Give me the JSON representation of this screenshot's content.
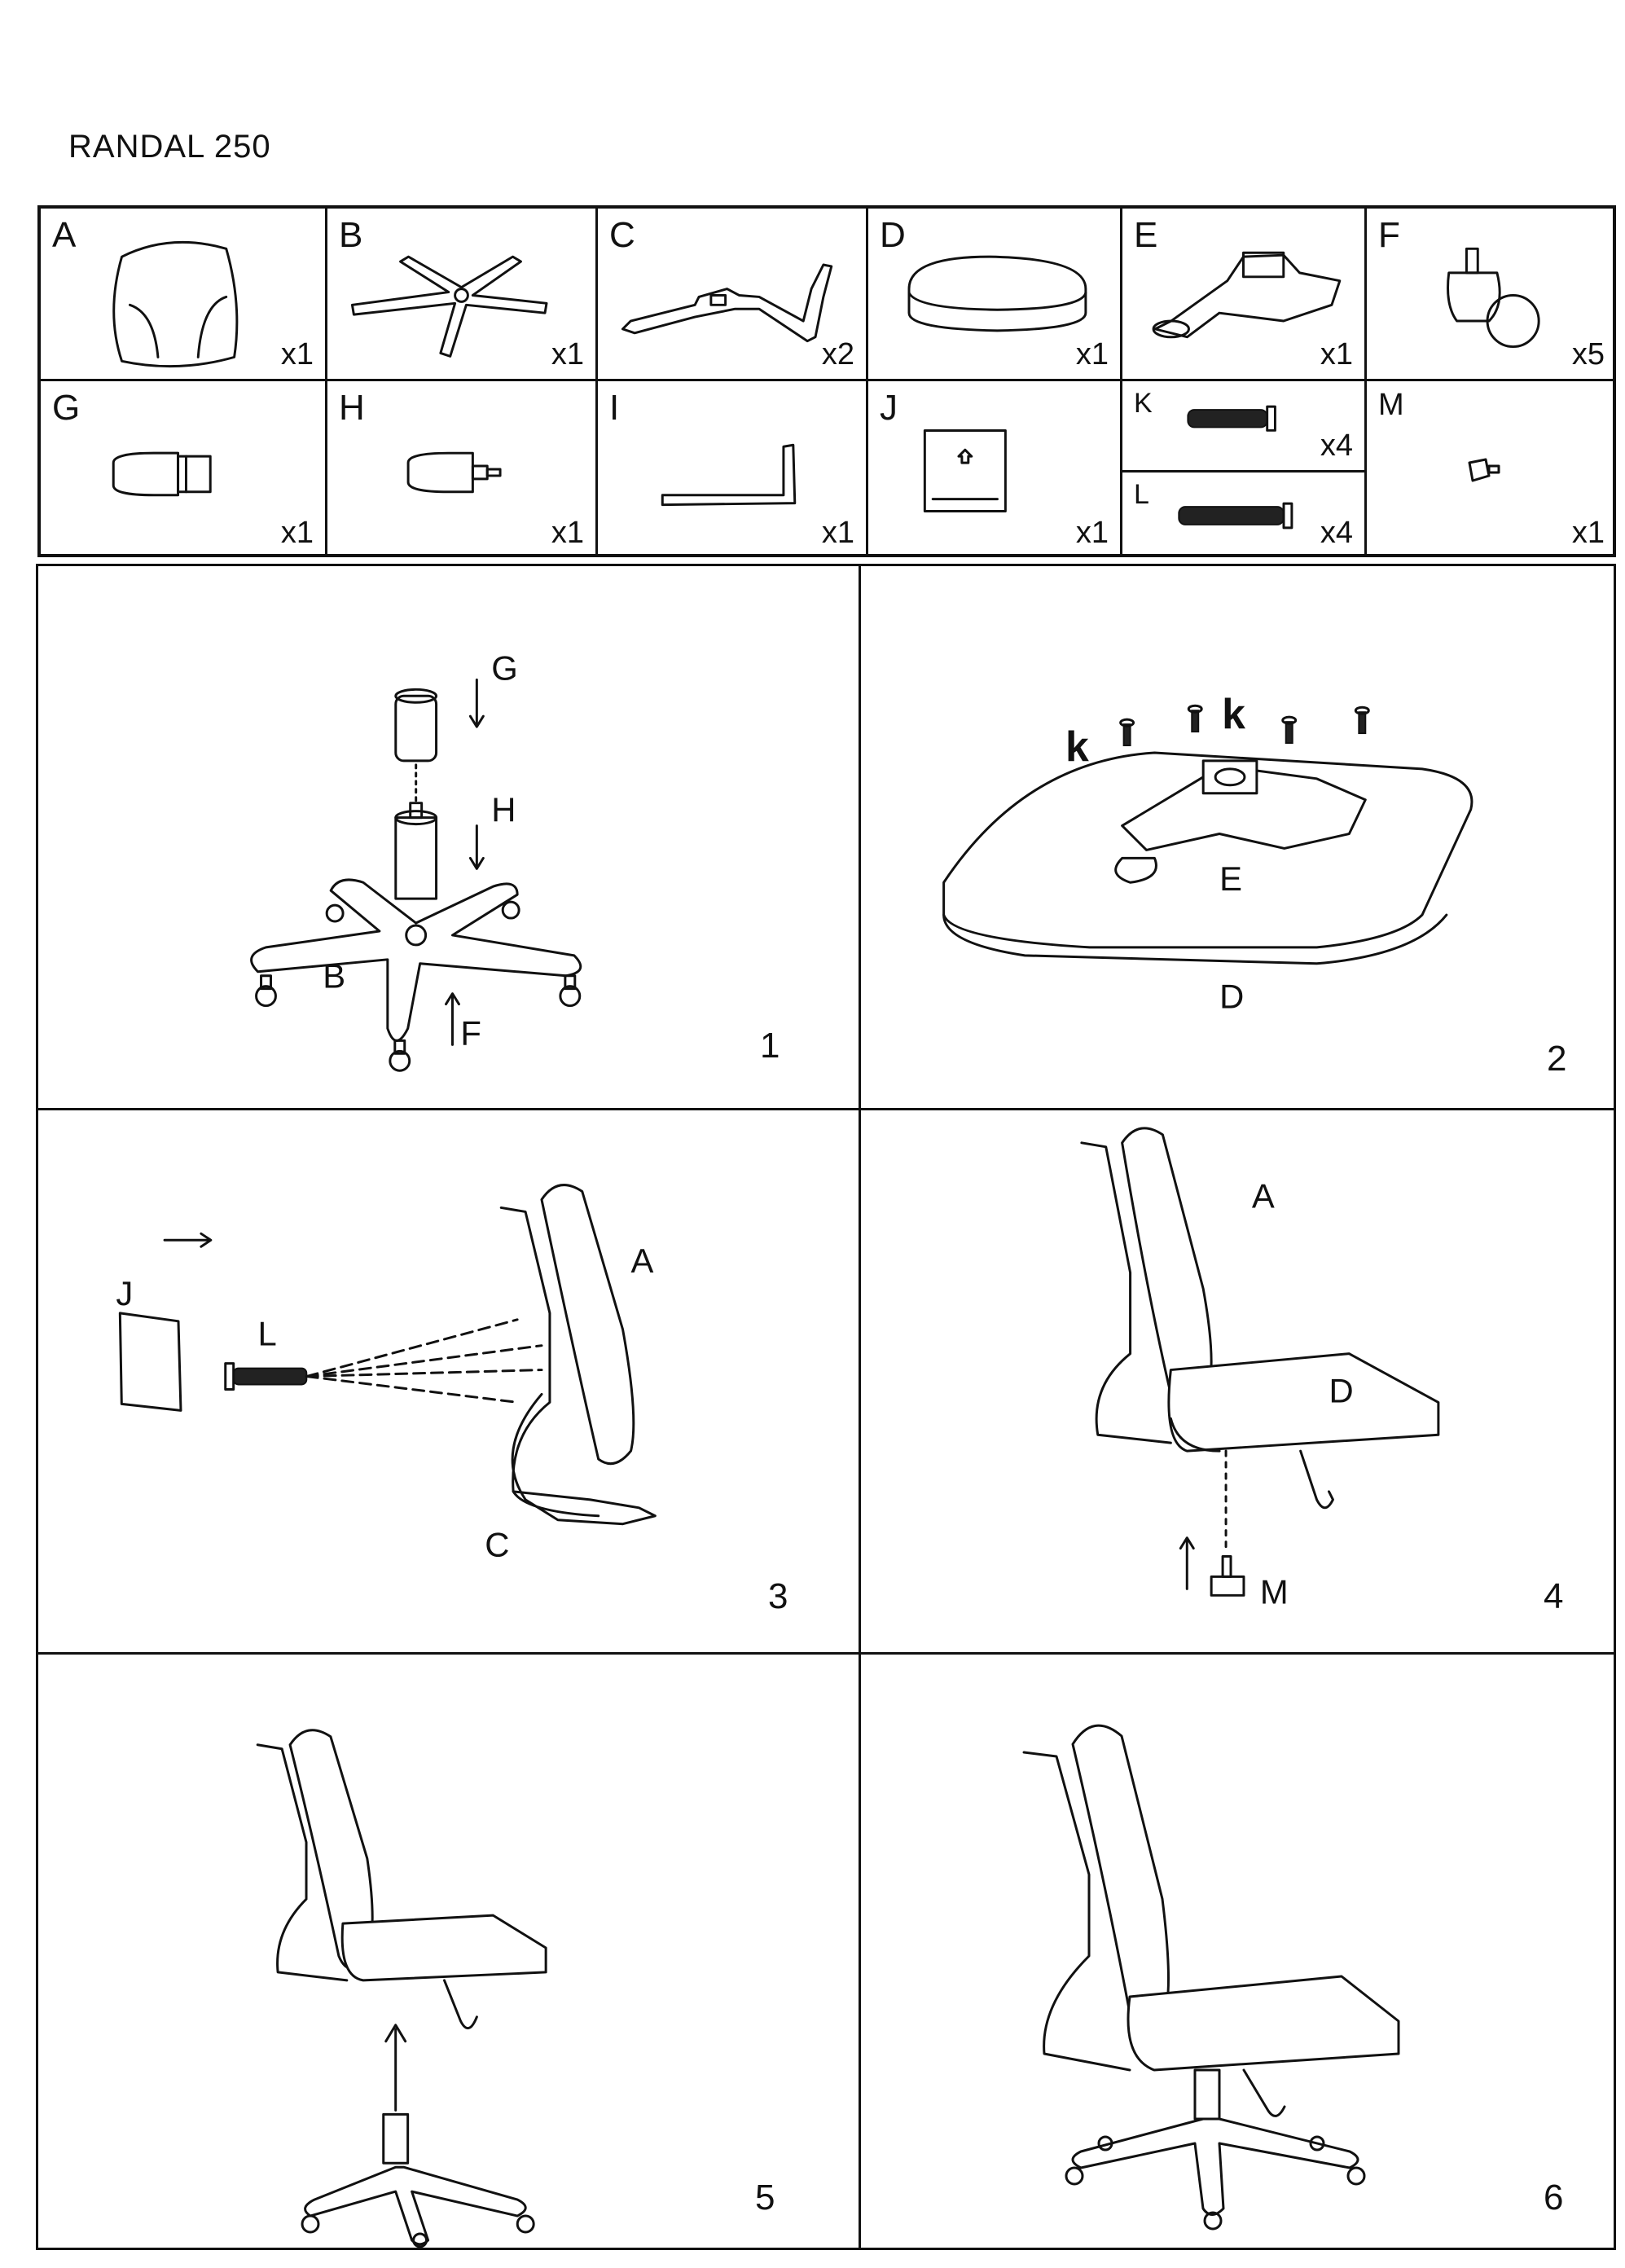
{
  "document": {
    "title": "RANDAL  250"
  },
  "parts": [
    {
      "letter": "A",
      "qty": "x1",
      "icon": "backrest-icon"
    },
    {
      "letter": "B",
      "qty": "x1",
      "icon": "star-base-icon"
    },
    {
      "letter": "C",
      "qty": "x2",
      "icon": "back-bracket-icon"
    },
    {
      "letter": "D",
      "qty": "x1",
      "icon": "seat-cushion-icon"
    },
    {
      "letter": "E",
      "qty": "x1",
      "icon": "tilt-mechanism-icon"
    },
    {
      "letter": "F",
      "qty": "x5",
      "icon": "caster-wheel-icon"
    },
    {
      "letter": "G",
      "qty": "x1",
      "icon": "gas-cylinder-cover-icon"
    },
    {
      "letter": "H",
      "qty": "x1",
      "icon": "gas-lift-icon"
    },
    {
      "letter": "I",
      "qty": "x1",
      "icon": "allen-key-icon"
    },
    {
      "letter": "J",
      "qty": "x1",
      "icon": "cover-cap-icon"
    },
    {
      "letter": "K",
      "qty": "x4",
      "icon": "short-bolt-icon"
    },
    {
      "letter": "L",
      "qty": "x4",
      "icon": "long-bolt-icon"
    },
    {
      "letter": "M",
      "qty": "x1",
      "icon": "knob-screw-icon"
    }
  ],
  "steps": [
    {
      "number": "1",
      "labels": {
        "g": "G",
        "h": "H",
        "b": "B",
        "f": "F"
      }
    },
    {
      "number": "2",
      "labels": {
        "k1": "k",
        "k2": "k",
        "e": "E",
        "d": "D"
      }
    },
    {
      "number": "3",
      "labels": {
        "j": "J",
        "l": "L",
        "a": "A",
        "c": "C"
      }
    },
    {
      "number": "4",
      "labels": {
        "a": "A",
        "d": "D",
        "m": "M"
      }
    },
    {
      "number": "5",
      "labels": {}
    },
    {
      "number": "6",
      "labels": {}
    }
  ]
}
